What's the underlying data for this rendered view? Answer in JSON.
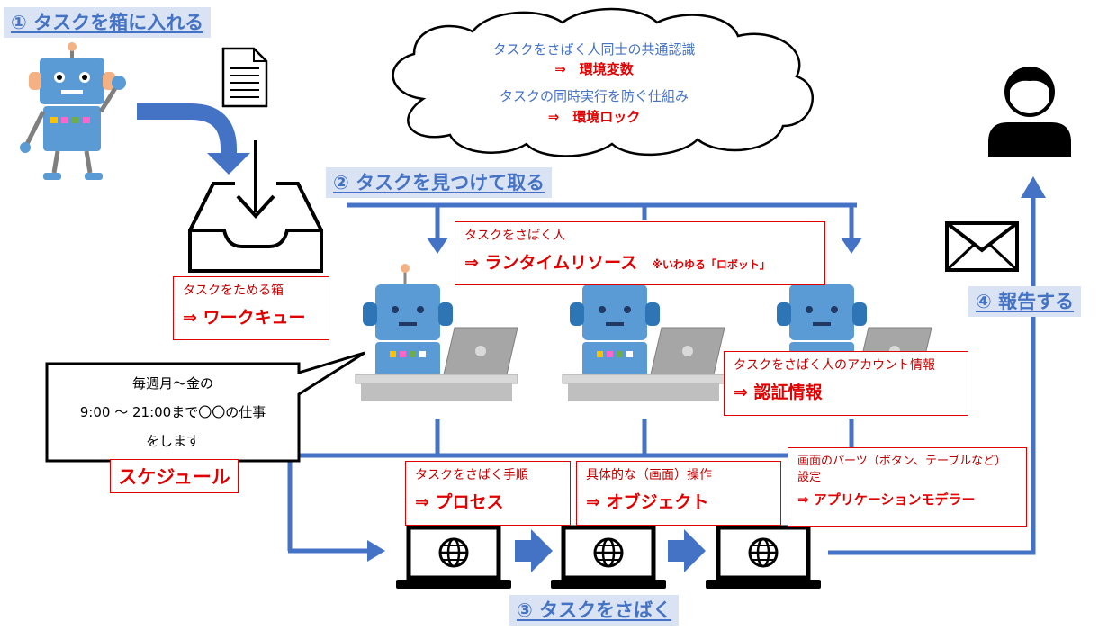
{
  "steps": {
    "step1": "① タスクを箱に入れる",
    "step2": "② タスクを見つけて取る",
    "step3": "③ タスクをさばく",
    "step4": "④ 報告する"
  },
  "cloud": {
    "line1": "タスクをさばく人同士の共通認識",
    "line2": "⇒　環境変数",
    "line3": "タスクの同時実行を防ぐ仕組み",
    "line4": "⇒　環境ロック"
  },
  "boxes": {
    "workqueue": {
      "desc": "タスクをためる箱",
      "term": "⇒ ワークキュー"
    },
    "runtime": {
      "desc": "タスクをさばく人",
      "term": "⇒ ランタイムリソース",
      "note": "※いわゆる「ロボット」"
    },
    "credential": {
      "desc": "タスクをさばく人のアカウント情報",
      "term": "⇒ 認証情報"
    },
    "process": {
      "desc": "タスクをさばく手順",
      "term": "⇒ プロセス"
    },
    "object": {
      "desc": "具体的な（画面）操作",
      "term": "⇒ オブジェクト"
    },
    "modeler": {
      "desc": "画面のパーツ（ボタン、テーブルなど）設定",
      "term": "⇒ アプリケーションモデラー"
    }
  },
  "speech": {
    "line1": "毎週月～金の",
    "line2": "9:00 ～ 21:00まで〇〇の仕事",
    "line3": "をします"
  },
  "schedule_label": "スケジュール",
  "colors": {
    "arrow": "#4472c4",
    "accent_red": "#e00000",
    "step_bg": "#dae3f3",
    "robot_blue": "#5b9bd5"
  },
  "icons": [
    "robot-icon",
    "document-icon",
    "inbox-tray-icon",
    "robot-at-laptop-icon",
    "globe-laptop-icon",
    "envelope-icon",
    "user-icon"
  ]
}
